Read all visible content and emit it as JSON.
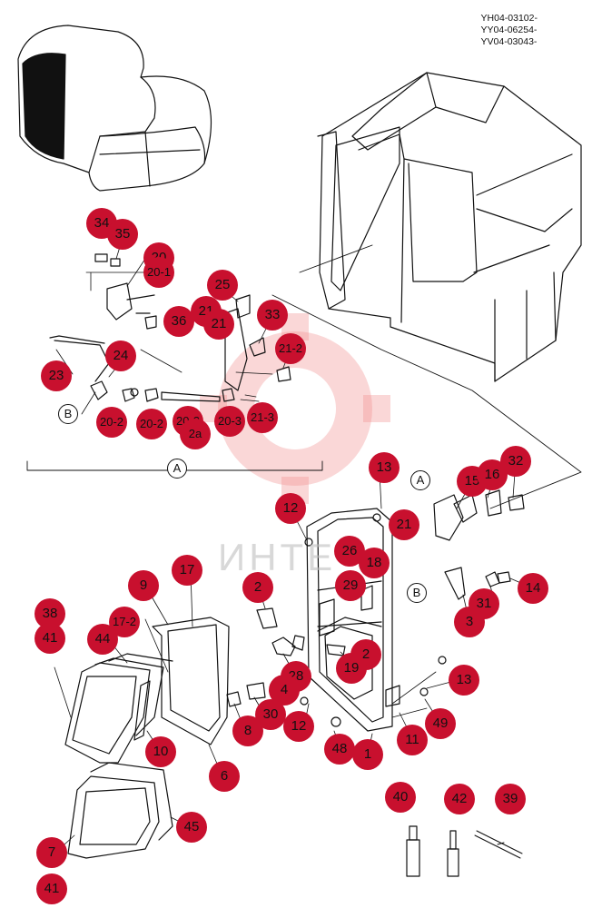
{
  "header": {
    "codes": [
      "YH04-03102-",
      "YY04-06254-",
      "YV04-03043-"
    ]
  },
  "watermark": "ИНТЕ",
  "detail_letters": {
    "a": "A",
    "b": "B"
  },
  "callouts": [
    "34",
    "35",
    "20",
    "20-1",
    "25",
    "21",
    "21",
    "36",
    "33",
    "24",
    "21-2",
    "23",
    "20-2",
    "20-2",
    "20-2",
    "20-3",
    "21-3",
    "2a",
    "13",
    "12",
    "15",
    "16",
    "32",
    "21",
    "26",
    "18",
    "29",
    "9",
    "17",
    "2",
    "14",
    "38",
    "17-2",
    "31",
    "3",
    "44",
    "41",
    "2",
    "19",
    "28",
    "4",
    "13",
    "30",
    "8",
    "12",
    "10",
    "49",
    "48",
    "11",
    "1",
    "6",
    "40",
    "42",
    "39",
    "45",
    "7",
    "41"
  ]
}
